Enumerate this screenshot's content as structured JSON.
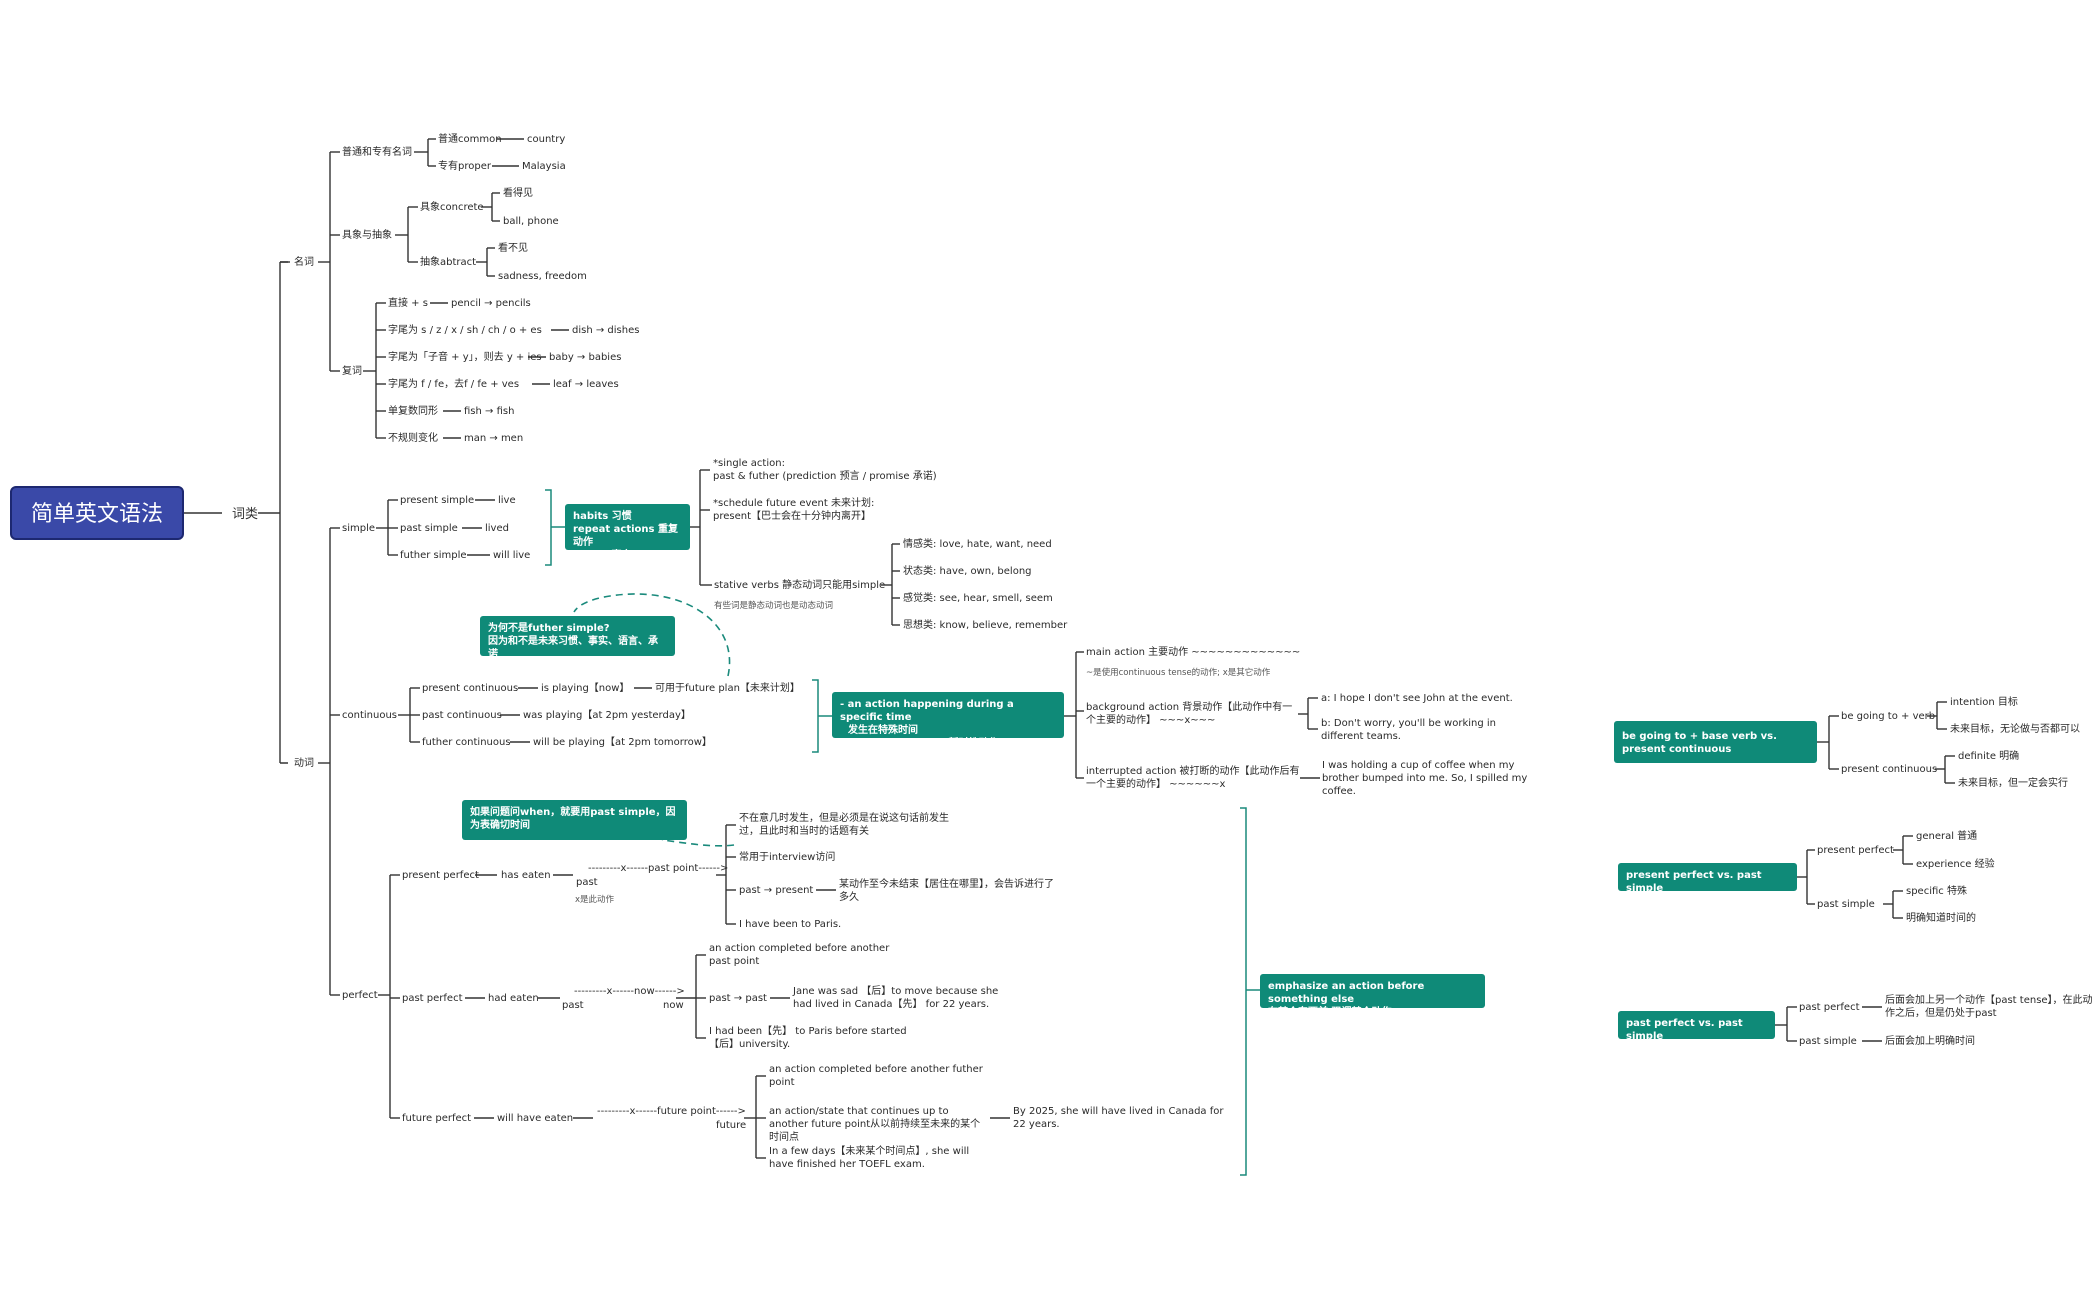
{
  "root": "简单英文语法",
  "category": "词类",
  "noun": {
    "label": "名词",
    "groups": [
      {
        "label": "普通和专有名词",
        "items": [
          {
            "label": "普通common",
            "example": "country"
          },
          {
            "label": "专有proper",
            "example": "Malaysia"
          }
        ]
      },
      {
        "label": "具象与抽象",
        "items": [
          {
            "label": "具象concrete",
            "subs": [
              "看得见",
              "ball, phone"
            ]
          },
          {
            "label": "抽象abtract",
            "subs": [
              "看不见",
              "sadness, freedom"
            ]
          }
        ]
      },
      {
        "label": "复词",
        "items": [
          {
            "label": "直接 + s",
            "example": "pencil → pencils"
          },
          {
            "label": "字尾为 s / z / x / sh / ch / o + es",
            "example": "dish → dishes"
          },
          {
            "label": "字尾为「子音 + y」，则去 y + ies",
            "example": "baby → babies"
          },
          {
            "label": "字尾为 f / fe，去f / fe + ves",
            "example": "leaf → leaves"
          },
          {
            "label": "单复数同形",
            "example": "fish → fish"
          },
          {
            "label": "不规则变化",
            "example": "man → men"
          }
        ]
      }
    ]
  },
  "verb": {
    "label": "动词",
    "simple": {
      "label": "simple",
      "items": [
        {
          "label": "present simple",
          "example": "live"
        },
        {
          "label": "past simple",
          "example": "lived"
        },
        {
          "label": "futher simple",
          "example": "will live"
        }
      ],
      "box": [
        "habits 习惯",
        "repeat actions 重复动作",
        "states 事实"
      ],
      "notes": [
        {
          "title": "*single action:",
          "text": "past & futher (prediction 预言 / promise 承诺)"
        },
        {
          "title": "*schedule future event 未来计划:",
          "text": "present【巴士会在十分钟内离开】"
        }
      ],
      "stative": {
        "label": "stative verbs 静态动词只能用simple",
        "note": "有些词是静态动词也是动态动词",
        "items": [
          "情感类: love, hate, want, need",
          "状态类: have, own, belong",
          "感觉类: see, hear, smell, seem",
          "思想类: know, believe, remember"
        ]
      },
      "callout": [
        "为何不是futher simple?",
        "因为和不是未来习惯、事实、语言、承诺"
      ]
    },
    "continuous": {
      "label": "continuous",
      "items": [
        {
          "label": "present continuous",
          "example": "is playing【now】",
          "extra": "可用于future plan【未来计划】"
        },
        {
          "label": "past continuous",
          "example": "was playing【at 2pm yesterday】"
        },
        {
          "label": "futher continuous",
          "example": "will be playing【at 2pm tomorrow】"
        }
      ],
      "box": [
        "- an action happening during a specific time",
        "发生在特殊时间",
        "- temporary action 暂时性动作"
      ],
      "uses": {
        "main": "main action 主要动作  ~~~~~~~~~~~~~",
        "main_note": "~是使用continuous tense的动作; x是其它动作",
        "background": "background action 背景动作【此动作中有一个主要的动作】  ~~~x~~~",
        "background_a": "a: I hope I don't see John at the event.",
        "background_b": "b: Don't worry, you'll be working in different teams.",
        "interrupted": "interrupted action 被打断的动作【此动作后有一个主要的动作】  ~~~~~~x",
        "interrupted_ex": "I was holding a cup of coffee when my brother bumped into me. So, I spilled my coffee."
      }
    },
    "perfect": {
      "label": "perfect",
      "present": {
        "label": "present perfect",
        "example": "has eaten",
        "timeline": "---------x------past point------>",
        "timeline_sub": "past",
        "timeline_note": "x是此动作",
        "notes": [
          "不在意几时发生，但是必须是在说这句话前发生过，且此时和当时的话题有关",
          "常用于interview访问",
          "past → present",
          "I have been to Paris."
        ],
        "pp_note": "某动作至今未结束【居住在哪里】，会告诉进行了多久"
      },
      "callout": [
        "如果问题问when，就要用past simple，因为表确切时间"
      ],
      "past": {
        "label": "past perfect",
        "example": "had eaten",
        "timeline": "---------x------now------>",
        "timeline_past": "past",
        "timeline_now": "now",
        "notes": [
          "an action completed before another past point",
          "past → past",
          "I had been【先】 to Paris before started【后】university."
        ],
        "pp_note": "Jane was sad 【后】to move because she had lived in Canada【先】 for 22 years."
      },
      "future": {
        "label": "future perfect",
        "example": "will have eaten",
        "timeline": "---------x------future point------>",
        "timeline_sub": "future",
        "notes": [
          "an action completed before another futher point",
          "an action/state that continues up to another future point从以前持续至未来的某个时间点",
          "In a few days【未来某个时间点】, she will have finished her TOEFL exam."
        ],
        "ex": "By 2025, she will have lived in Canada for 22 years."
      },
      "box": [
        "emphasize an action before something else",
        "在某个东西前 强调某个动作"
      ]
    }
  },
  "compare": [
    {
      "title": "be going to + base verb   vs.   present continuous",
      "branches": [
        {
          "label": "be going to + verb",
          "items": [
            "intention 目标",
            "未来目标，无论做与否都可以"
          ]
        },
        {
          "label": "present continuous",
          "items": [
            "definite 明确",
            "未来目标，但一定会实行"
          ]
        }
      ]
    },
    {
      "title": "present perfect   vs.   past simple",
      "branches": [
        {
          "label": "present perfect",
          "items": [
            "general 普通",
            "experience 经验"
          ]
        },
        {
          "label": "past simple",
          "items": [
            "specific 特殊",
            "明确知道时间的"
          ]
        }
      ]
    },
    {
      "title": "past perfect   vs.   past simple",
      "branches": [
        {
          "label": "past perfect",
          "items": [
            "后面会加上另一个动作【past tense】，在此动作之后，但是仍处于past"
          ]
        },
        {
          "label": "past simple",
          "items": [
            "后面会加上明确时间"
          ]
        }
      ]
    }
  ]
}
